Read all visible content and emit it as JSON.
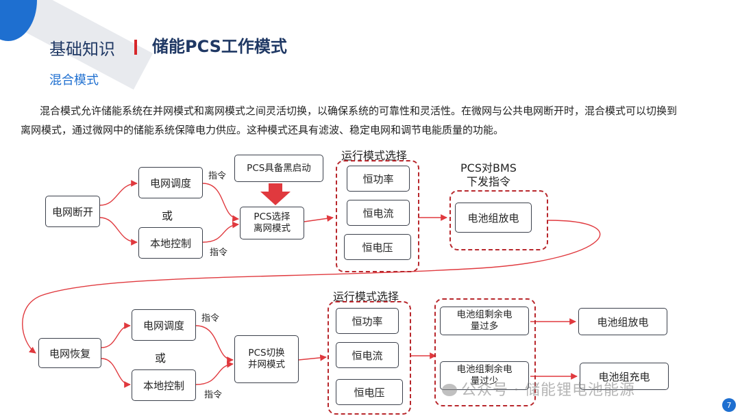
{
  "header": {
    "title": "基础知识",
    "subtitle": "储能PCS工作模式"
  },
  "section": {
    "title": "混合模式"
  },
  "body_text": "混合模式允许储能系统在并网模式和离网模式之间灵活切换，以确保系统的可靠性和灵活性。在微网与公共电网断开时，混合模式可以切换到离网模式，通过微网中的储能系统保障电力供应。这种模式还具有滤波、稳定电网和调节电能质量的功能。",
  "colors": {
    "accent_blue": "#1e6fd0",
    "accent_red": "#d7272a",
    "dashed_group": "#b8262b",
    "title_navy": "#1f3864"
  },
  "top_flow": {
    "start": "电网断开",
    "dispatch": "电网调度",
    "or": "或",
    "local": "本地控制",
    "cmd_top": "指令",
    "cmd_bottom": "指令",
    "black_start": "PCS具备黑启动",
    "pcs_select": [
      "PCS选择",
      "离网模式"
    ],
    "mode_title": "运行模式选择",
    "modes": [
      "恒功率",
      "恒电流",
      "恒电压"
    ],
    "bms_cmd": [
      "PCS对BMS",
      "下发指令"
    ],
    "discharge": "电池组放电"
  },
  "bottom_flow": {
    "start": "电网恢复",
    "dispatch": "电网调度",
    "or": "或",
    "local": "本地控制",
    "cmd_top": "指令",
    "cmd_bottom": "指令",
    "pcs_switch": [
      "PCS切换",
      "并网模式"
    ],
    "mode_title": "运行模式选择",
    "modes": [
      "恒功率",
      "恒电流",
      "恒电压"
    ],
    "soc_high": [
      "电池组剩余电",
      "量过多"
    ],
    "soc_low": [
      "电池组剩余电",
      "量过少"
    ],
    "discharge": "电池组放电",
    "charge": "电池组充电"
  },
  "watermark": "公众号 · 储能锂电池能源",
  "page_number": "7"
}
